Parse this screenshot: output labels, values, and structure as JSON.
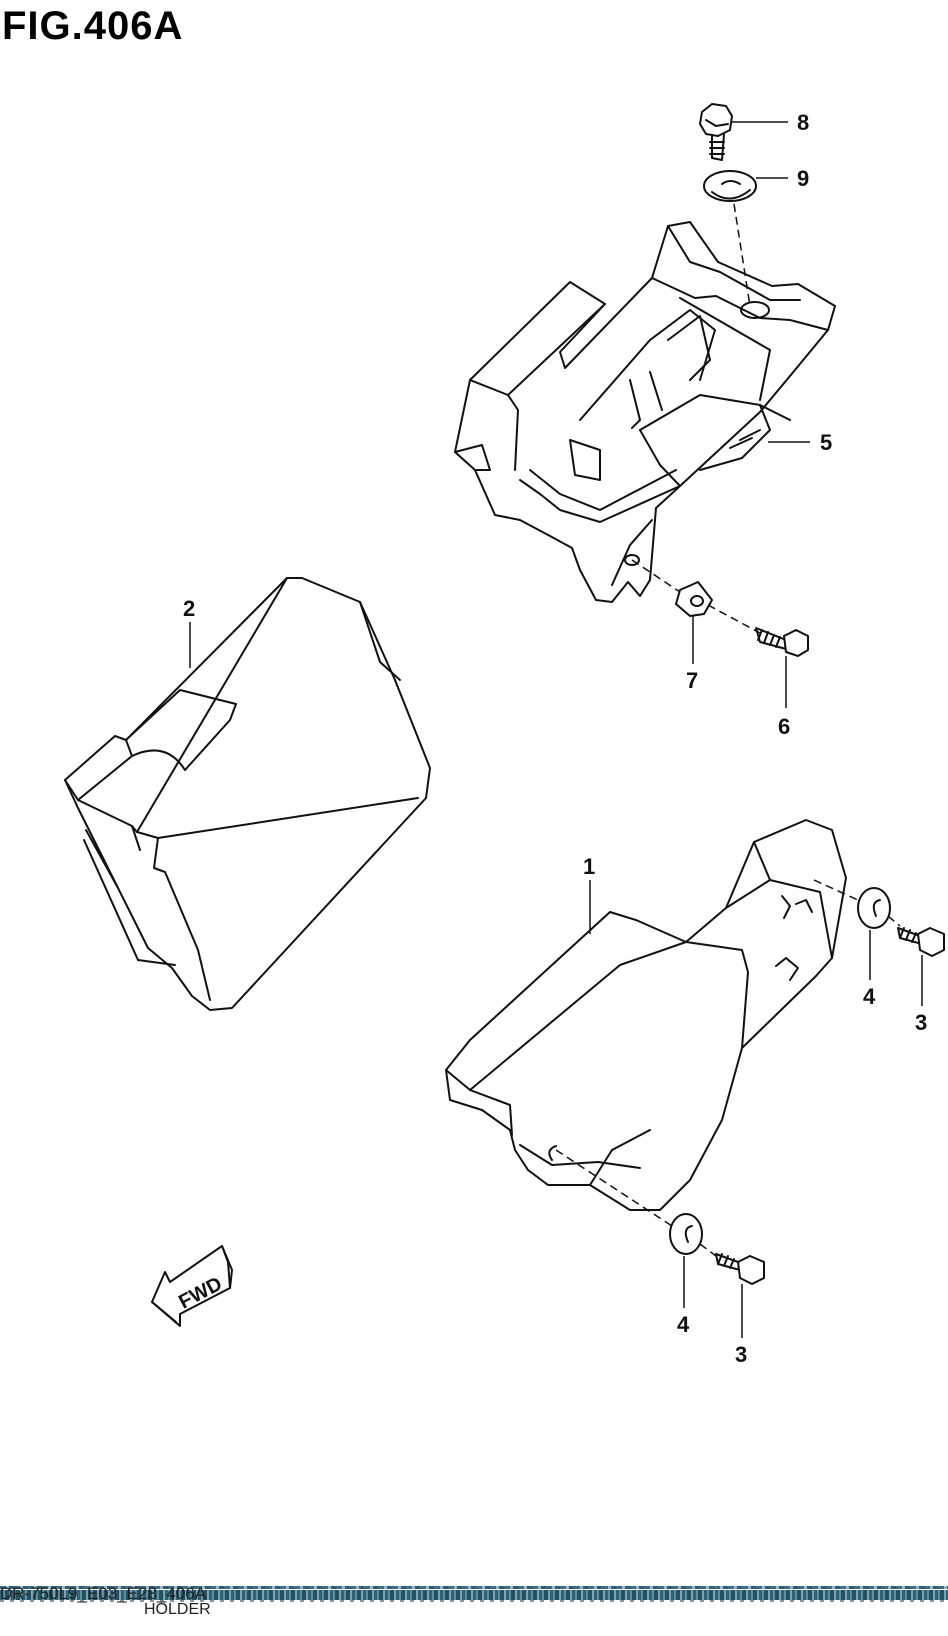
{
  "figure": {
    "title": "FIG.406A",
    "fwd_label": "FWD"
  },
  "parts": [
    {
      "number": "1"
    },
    {
      "number": "2"
    },
    {
      "number": "3"
    },
    {
      "number": "3"
    },
    {
      "number": "4"
    },
    {
      "number": "4"
    },
    {
      "number": "5"
    },
    {
      "number": "6"
    },
    {
      "number": "7"
    },
    {
      "number": "8"
    },
    {
      "number": "9"
    }
  ],
  "footer": {
    "code": "DR-750L9_E03_E28_406A",
    "caption": "HOLDER"
  },
  "colors": {
    "line": "#111111",
    "background": "#ffffff",
    "scan_band": "#3d6f84"
  }
}
